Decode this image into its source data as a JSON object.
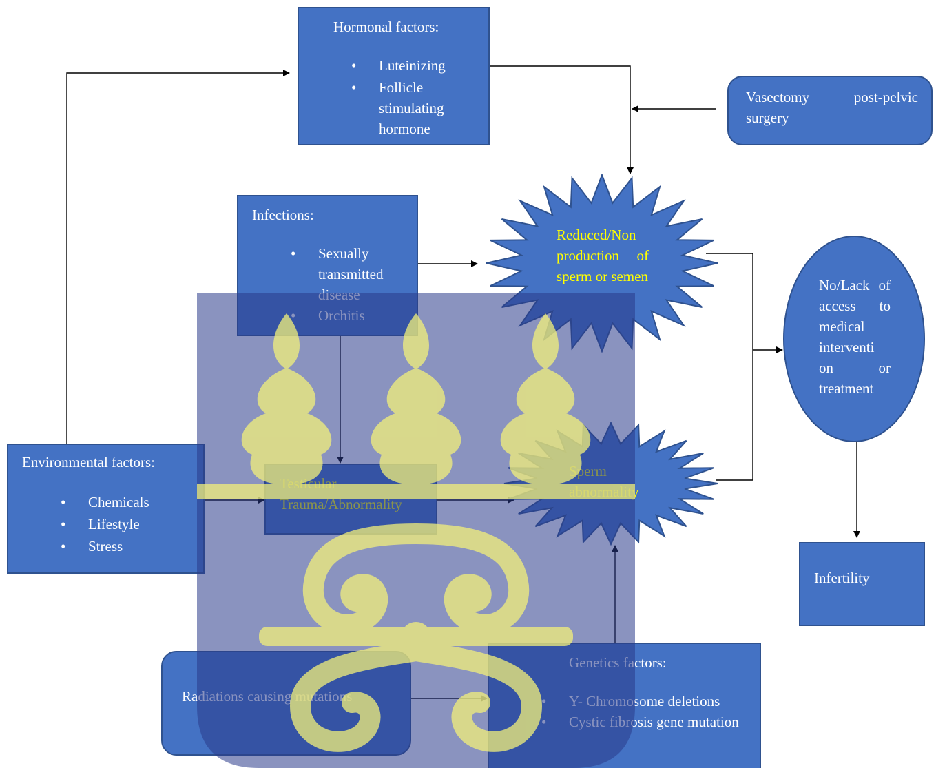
{
  "hormonal": {
    "title": "Hormonal factors:",
    "items": [
      "Luteinizing",
      "Follicle stimulating hormone"
    ]
  },
  "vasectomy": {
    "text": "Vasectomy post-pelvic surgery"
  },
  "infections": {
    "title": "Infections:",
    "items": [
      "Sexually transmitted disease",
      "Orchitis"
    ]
  },
  "reduced": {
    "text": "Reduced/Non production of sperm or semen"
  },
  "no_access": {
    "text": "No/Lack of access to medical interventi on or treatment"
  },
  "environmental": {
    "title": "Environmental factors:",
    "items": [
      "Chemicals",
      "Lifestyle",
      "Stress"
    ]
  },
  "testicular": {
    "text": "Testicular Trauma/Abnormality"
  },
  "sperm_abnormality": {
    "text": "Sperm abnormality"
  },
  "infertility": {
    "text": "Infertility"
  },
  "radiations": {
    "text": "Radiations causing mutations"
  },
  "genetics": {
    "title": "Genetics factors:",
    "items": [
      "Y- Chromosome deletions",
      "Cystic fibrosis gene mutation"
    ]
  },
  "colors": {
    "box_fill": "#4472c4",
    "box_border": "#2f528f",
    "highlight_text": "#ffff00",
    "watermark_shield": "#2a3a8a",
    "watermark_ornament": "#f2f07a"
  }
}
